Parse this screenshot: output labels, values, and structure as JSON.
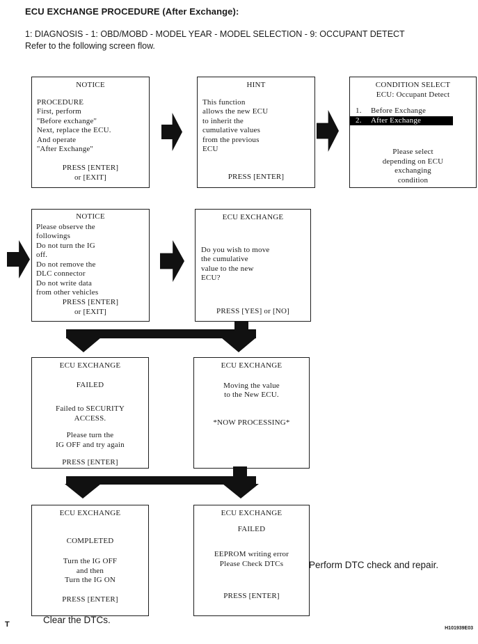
{
  "header": {
    "title": "ECU EXCHANGE PROCEDURE (After Exchange):",
    "nav_path": "1: DIAGNOSIS - 1: OBD/MOBD - MODEL YEAR - MODEL SELECTION - 9: OCCUPANT DETECT",
    "subtitle": "Refer to the following screen flow."
  },
  "screens": {
    "notice1": {
      "title": "NOTICE",
      "lines": [
        "PROCEDURE",
        "First, perform",
        "''Before exchange''",
        "Next, replace the ECU.",
        "And operate",
        "''After Exchange''"
      ],
      "footer": [
        "PRESS [ENTER]",
        "or [EXIT]"
      ]
    },
    "hint": {
      "title": "HINT",
      "lines": [
        "This function",
        "allows the new ECU",
        "to inherit the",
        "cumulative values",
        "from the previous",
        "ECU"
      ],
      "footer": [
        "PRESS [ENTER]"
      ]
    },
    "condition_select": {
      "title": "CONDITION SELECT",
      "subtitle": "ECU: Occupant Detect",
      "items": [
        {
          "num": "1.",
          "label": "Before Exchange",
          "selected": false
        },
        {
          "num": "2.",
          "label": "After Exchange",
          "selected": true
        }
      ],
      "footer": [
        "Please select",
        "depending on ECU",
        "exchanging",
        "condition"
      ]
    },
    "notice2": {
      "title": "NOTICE",
      "lines": [
        "Please observe the",
        "followings",
        "Do not turn the IG",
        "off.",
        "Do not remove the",
        "DLC connector",
        "Do not write data",
        "from other vehicles"
      ],
      "footer": [
        "PRESS [ENTER]",
        "or [EXIT]"
      ]
    },
    "exchange_question": {
      "title": "ECU EXCHANGE",
      "lines": [
        "Do you wish to move",
        "the cumulative",
        "value to the new",
        "ECU?"
      ],
      "footer": [
        "PRESS [YES] or [NO]"
      ]
    },
    "failed_security": {
      "title": "ECU EXCHANGE",
      "lines": [
        "FAILED",
        "Failed to SECURITY",
        "ACCESS.",
        "Please turn the",
        "IG OFF and try again"
      ],
      "footer": [
        "PRESS [ENTER]"
      ]
    },
    "processing": {
      "title": "ECU EXCHANGE",
      "lines": [
        "Moving the value",
        "to the New ECU.",
        "*NOW PROCESSING*"
      ]
    },
    "completed": {
      "title": "ECU EXCHANGE",
      "lines": [
        "COMPLETED",
        "Turn the IG OFF",
        "and then",
        "Turn the IG ON"
      ],
      "footer": [
        "PRESS [ENTER]"
      ]
    },
    "failed_eeprom": {
      "title": "ECU EXCHANGE",
      "lines": [
        "FAILED",
        "EEPROM writing error",
        "Please Check DTCs"
      ],
      "footer": [
        "PRESS [ENTER]"
      ]
    }
  },
  "annotations": {
    "clear_dtcs": "Clear the DTCs.",
    "perform_dtc_check": "Perform DTC check and repair.",
    "page_letter": "T",
    "figure_id": "H101939E03"
  },
  "colors": {
    "ink": "#1a1a1a",
    "highlight_bg": "#000000",
    "highlight_fg": "#ffffff",
    "arrow": "#111111"
  }
}
